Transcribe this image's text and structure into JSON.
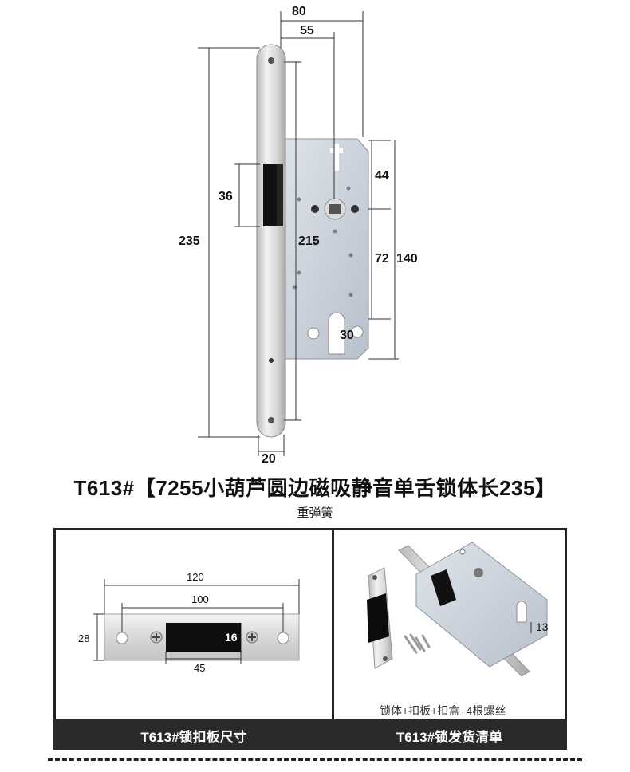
{
  "product": {
    "title": "T613#【7255小葫芦圆边磁吸静音单舌锁体长235】",
    "subtitle": "重弹簧"
  },
  "lock_body": {
    "dim_width_total": "80",
    "dim_backset": "55",
    "dim_length": "235",
    "dim_faceplate_inner": "215",
    "dim_latch": "36",
    "dim_top_to_handle": "44",
    "dim_handle_to_cylinder": "72",
    "dim_case_height": "140",
    "dim_cylinder": "30",
    "dim_faceplate_width": "20"
  },
  "strike_panel": {
    "dim_total": "120",
    "dim_holes": "100",
    "dim_height": "28",
    "dim_depth": "16",
    "dim_opening": "45",
    "caption": "T613#锁扣板尺寸"
  },
  "package_panel": {
    "contents": "锁体+扣板+扣盒+4根螺丝",
    "dim_label": "13",
    "caption": "T613#锁发货清单"
  },
  "colors": {
    "metal_light": "#e6e6e6",
    "metal_dark": "#9a9a9a",
    "case_blue": "#c8d0dc",
    "footer_bg": "#2a2a2a"
  }
}
